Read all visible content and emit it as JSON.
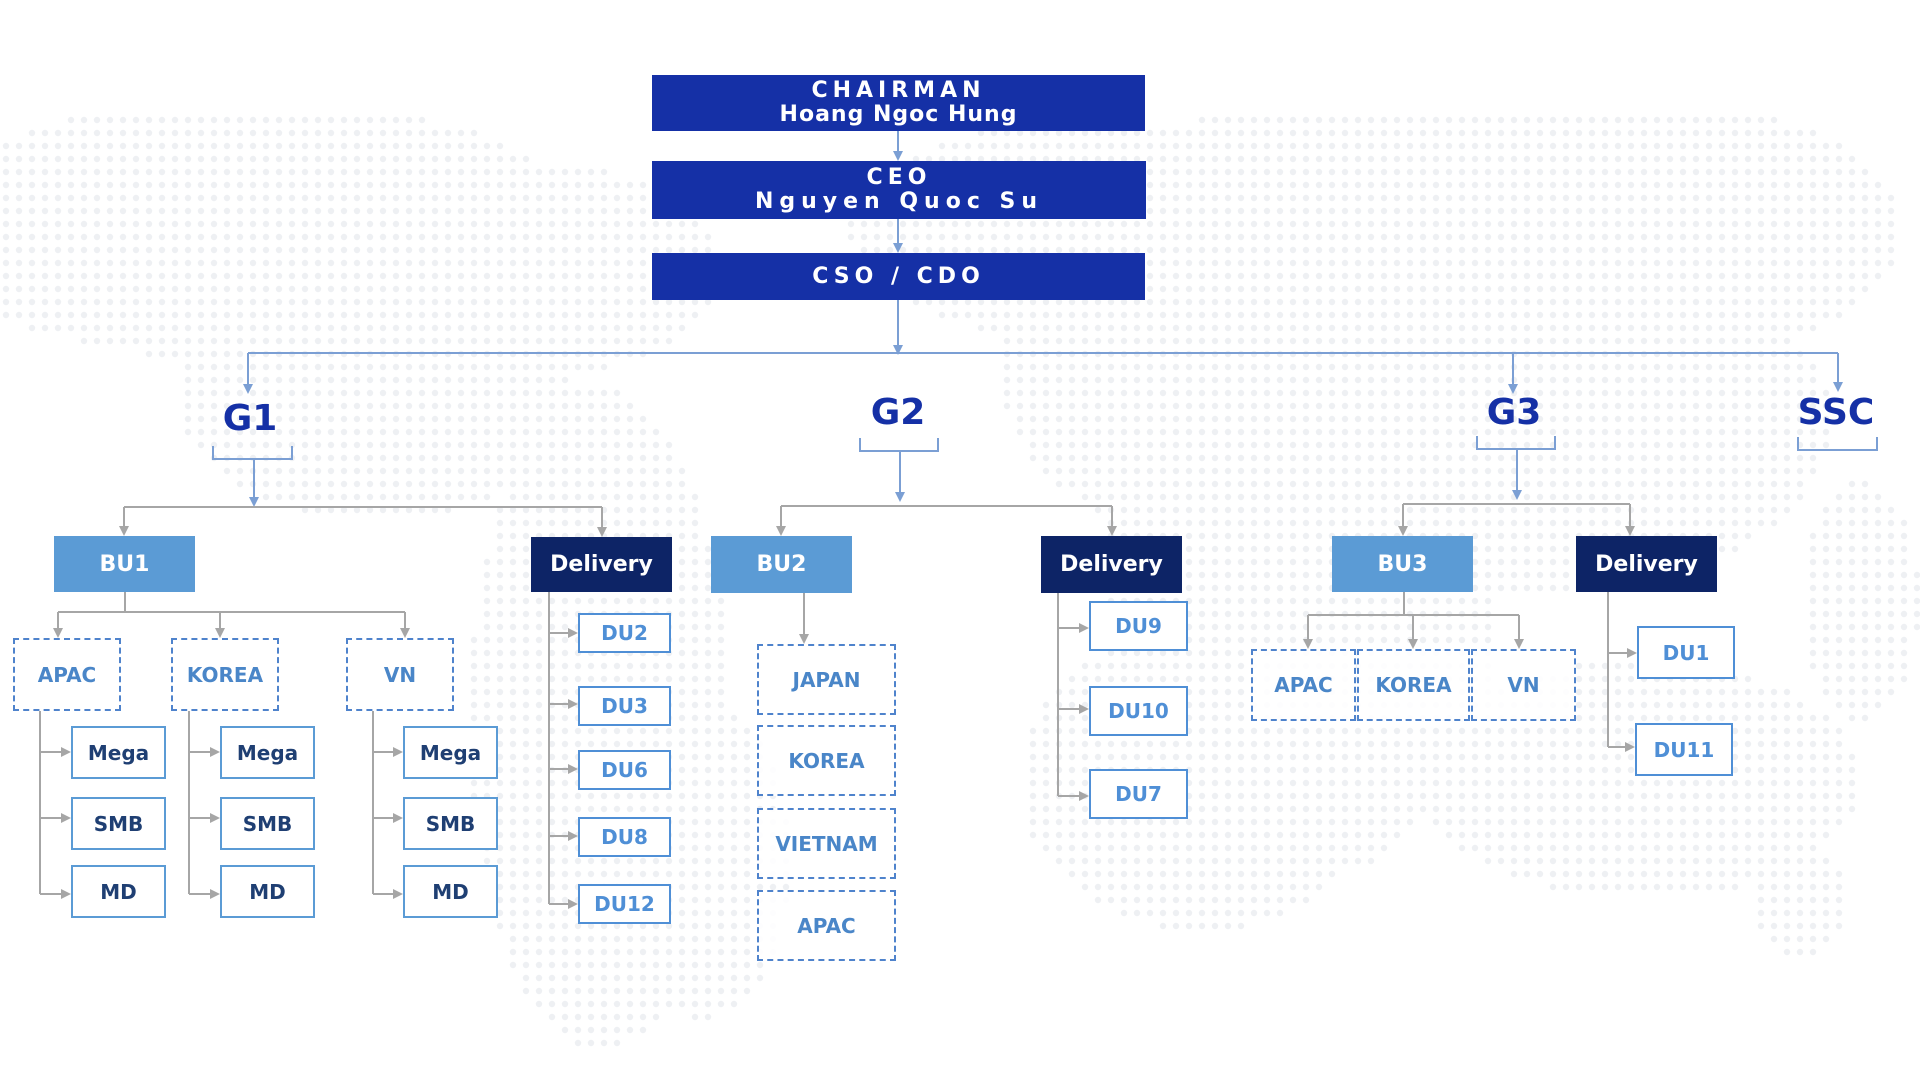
{
  "chairman": {
    "title": "CHAIRMAN",
    "name": "Hoang Ngoc Hung"
  },
  "ceo": {
    "title": "CEO",
    "name": "Nguyen Quoc Su"
  },
  "cso": {
    "title": "CSO / CDO"
  },
  "groups": {
    "g1": "G1",
    "g2": "G2",
    "g3": "G3",
    "ssc": "SSC"
  },
  "g1": {
    "bu": "BU1",
    "delivery": "Delivery",
    "regions": [
      "APAC",
      "KOREA",
      "VN"
    ],
    "segments": [
      "Mega",
      "SMB",
      "MD"
    ],
    "dus": [
      "DU2",
      "DU3",
      "DU6",
      "DU8",
      "DU12"
    ]
  },
  "g2": {
    "bu": "BU2",
    "delivery": "Delivery",
    "regions": [
      "JAPAN",
      "KOREA",
      "VIETNAM",
      "APAC"
    ],
    "dus": [
      "DU9",
      "DU10",
      "DU7"
    ]
  },
  "g3": {
    "bu": "BU3",
    "delivery": "Delivery",
    "regions": [
      "APAC",
      "KOREA",
      "VN"
    ],
    "dus": [
      "DU1",
      "DU11"
    ]
  },
  "colors": {
    "executive": "#1530a6",
    "group_text": "#1530a6",
    "bu": "#5b9bd5",
    "delivery": "#0d2466",
    "region_border": "#4f83cc",
    "du": "#4f8fd6",
    "connector": "#a6a6a6",
    "map_dots": "#eef0f3"
  }
}
